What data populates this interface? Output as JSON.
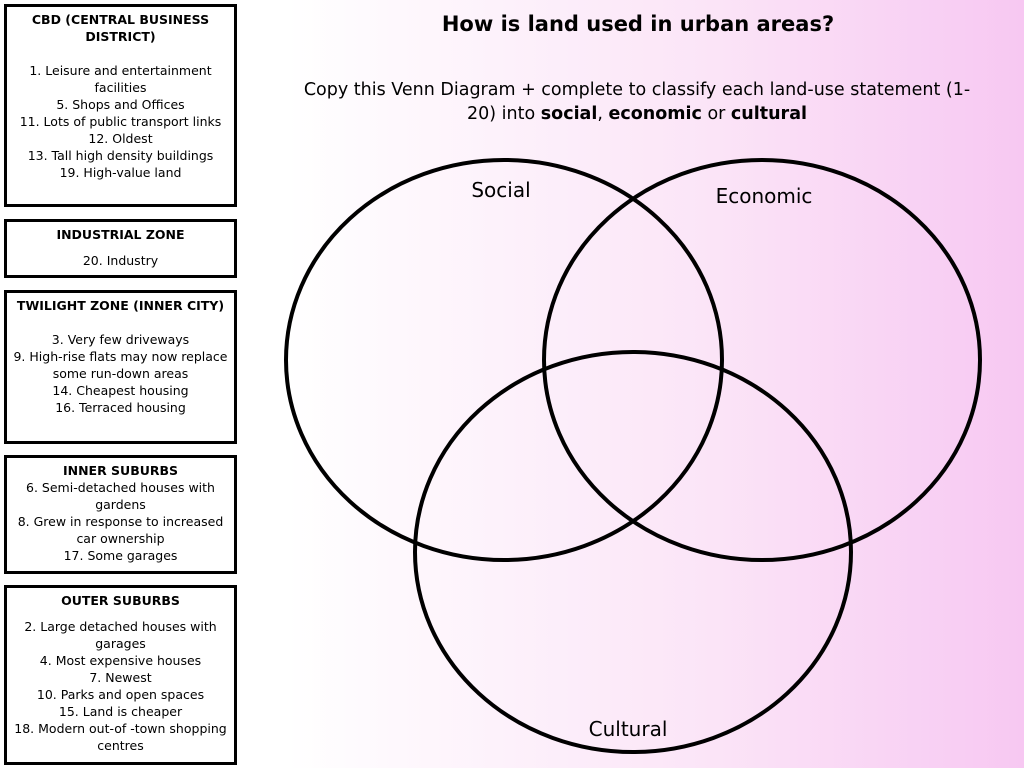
{
  "title": "How is land used in urban areas?",
  "instructions": {
    "prefix": "Copy this Venn Diagram + complete to classify each land-use statement (1-20) into ",
    "social": "social",
    "comma": ", ",
    "economic": "economic",
    "or": " or ",
    "cultural": "cultural"
  },
  "zones": {
    "cbd": {
      "heading": "CBD (CENTRAL BUSINESS DISTRICT)",
      "items": [
        "1. Leisure and entertainment facilities",
        "5. Shops and Offices",
        "11. Lots of public transport links",
        "12. Oldest",
        "13. Tall high density buildings",
        "19. High-value land"
      ]
    },
    "industrial": {
      "heading": "INDUSTRIAL ZONE",
      "items": [
        "20. Industry"
      ]
    },
    "twilight": {
      "heading": "TWILIGHT ZONE (INNER CITY)",
      "items": [
        "3. Very few driveways",
        "9. High-rise flats may now replace some run-down areas",
        "14. Cheapest housing",
        "16. Terraced housing"
      ]
    },
    "inner": {
      "heading": "INNER SUBURBS",
      "items": [
        "6. Semi-detached houses with gardens",
        "8. Grew in response to increased car ownership",
        "17. Some garages"
      ]
    },
    "outer": {
      "heading": "OUTER SUBURBS",
      "items": [
        "2. Large detached houses with garages",
        "4. Most expensive houses",
        "7. Newest",
        "10. Parks and open spaces",
        "15. Land is cheaper",
        "18. Modern out-of -town shopping centres"
      ]
    }
  },
  "venn": {
    "social_label": "Social",
    "economic_label": "Economic",
    "cultural_label": "Cultural"
  }
}
